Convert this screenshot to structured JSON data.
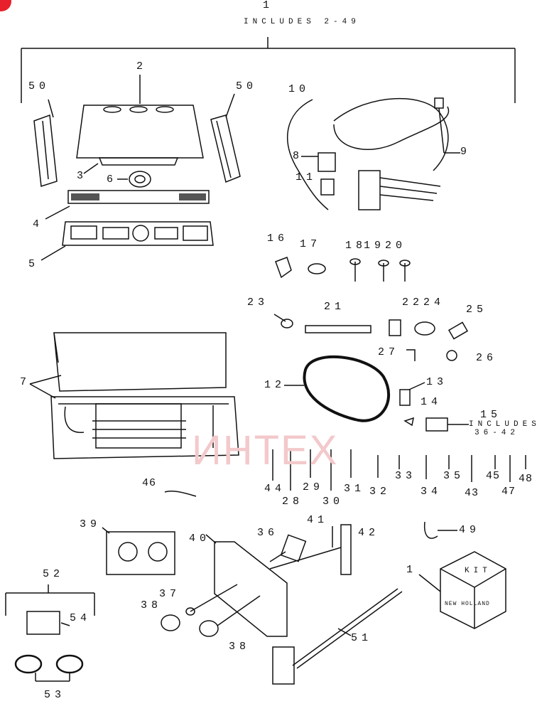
{
  "header": {
    "number": "1",
    "includes": "INCLUDES 2-49"
  },
  "watermark": {
    "text": "ИНТЕХ",
    "color": "#e8202b"
  },
  "callouts": {
    "c2": "2",
    "c3": "3",
    "c4": "4",
    "c5": "5",
    "c6": "6",
    "c7": "7",
    "c8": "8",
    "c9": "9",
    "c10": "10",
    "c11": "11",
    "c50a": "50",
    "c50b": "50",
    "c12": "12",
    "c13": "13",
    "c14": "14",
    "c15": "15",
    "c15inc": "INCLUDES",
    "c15rng": "36-42",
    "c16": "16",
    "c17": "17",
    "c18": "18",
    "c19": "1920",
    "c21": "21",
    "c22": "2224",
    "c23": "23",
    "c25": "25",
    "c26": "26",
    "c27": "27",
    "c28": "28",
    "c29": "29",
    "c30": "30",
    "c31": "31",
    "c32": "32",
    "c33": "33",
    "c34": "34",
    "c35": "35",
    "c43": "43",
    "c44": "44",
    "c45": "45",
    "c46": "46",
    "c47": "47",
    "c48": "48",
    "c36": "36",
    "c37": "37",
    "c38a": "38",
    "c38b": "38",
    "c39": "39",
    "c40": "40",
    "c41": "41",
    "c42": "42",
    "c49": "49",
    "c51": "51",
    "c52": "52",
    "c53": "53",
    "c54": "54",
    "c1b": "1"
  },
  "kit": {
    "label": "KIT",
    "brand": "NEW HOLLAND"
  }
}
